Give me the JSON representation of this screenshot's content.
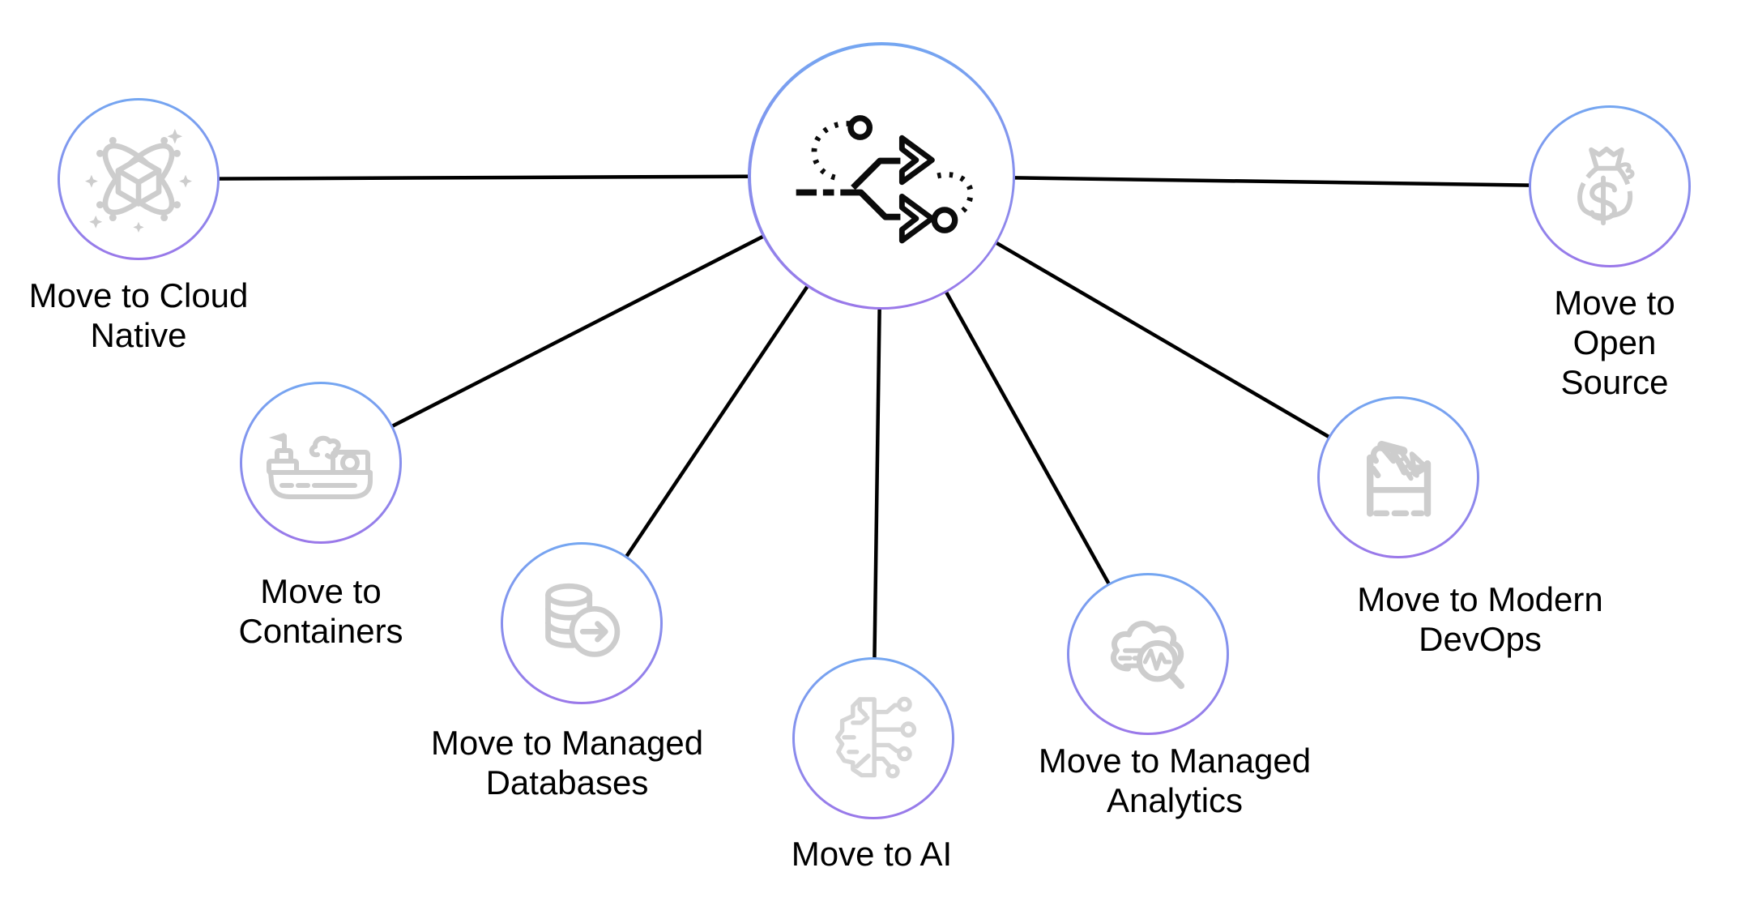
{
  "diagram": {
    "hub": {
      "id": "migration-hub",
      "icon": "branching-arrows-icon",
      "label": ""
    },
    "nodes": [
      {
        "id": "cloud-native",
        "label": "Move to Cloud\nNative",
        "icon": "atom-cube-icon"
      },
      {
        "id": "containers",
        "label": "Move to\nContainers",
        "icon": "cargo-ship-icon"
      },
      {
        "id": "managed-databases",
        "label": "Move to Managed\nDatabases",
        "icon": "database-arrow-icon"
      },
      {
        "id": "ai",
        "label": "Move to AI",
        "icon": "brain-circuit-icon"
      },
      {
        "id": "managed-analytics",
        "label": "Move to Managed\nAnalytics",
        "icon": "cloud-magnifier-icon"
      },
      {
        "id": "modern-devops",
        "label": "Move to Modern\nDevOps",
        "icon": "toolbox-icon"
      },
      {
        "id": "open-source",
        "label": "Move to Open\nSource",
        "icon": "money-bag-icon"
      }
    ],
    "colors": {
      "background": "#ffffff",
      "ring_gradient_top": "#74a6f1",
      "ring_gradient_bottom": "#9a78e9",
      "connector_line": "#000000",
      "icon_gray": "#cdcdcd",
      "icon_gray_light": "#d6d6d6",
      "hub_icon": "#0b0b0b",
      "text": "#000000"
    }
  }
}
